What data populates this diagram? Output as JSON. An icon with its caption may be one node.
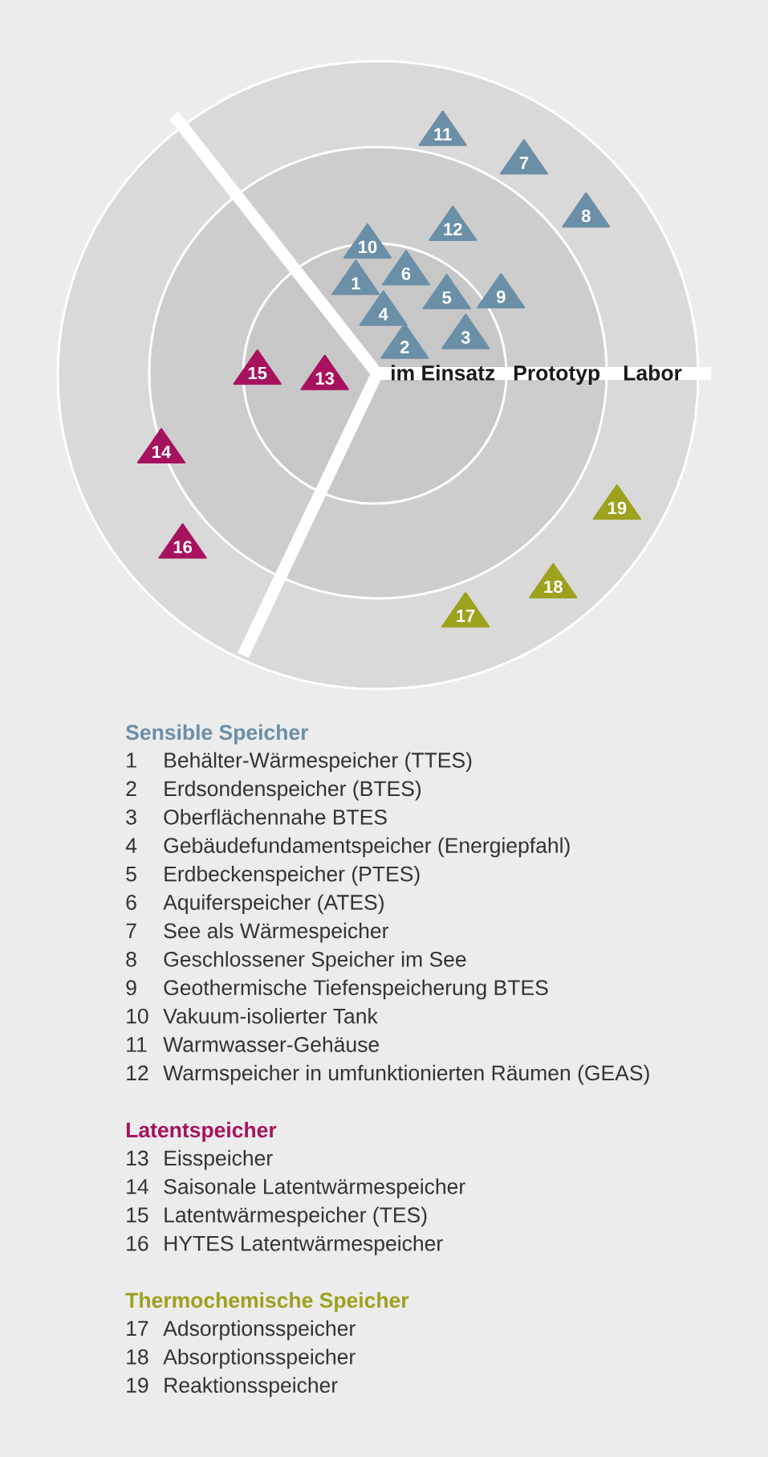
{
  "diagram": {
    "nodes": [
      {
        "text": [
          "1"
        ]
      },
      {
        "text": [
          "2"
        ]
      },
      {
        "text": [
          "3"
        ]
      },
      {
        "text": [
          "4"
        ]
      },
      {
        "text": [
          "5"
        ]
      },
      {
        "text": [
          "6"
        ]
      },
      {
        "text": [
          "7"
        ]
      },
      {
        "text": [
          "8"
        ]
      },
      {
        "text": [
          "9"
        ]
      },
      {
        "text": [
          "10"
        ]
      },
      {
        "text": [
          "11"
        ]
      },
      {
        "text": [
          "12"
        ]
      },
      {
        "text": [
          "13"
        ]
      },
      {
        "text": [
          "14"
        ]
      },
      {
        "text": [
          "15"
        ]
      },
      {
        "text": [
          "16"
        ]
      },
      {
        "text": [
          "17"
        ]
      },
      {
        "text": [
          "18"
        ]
      },
      {
        "text": [
          "19"
        ]
      }
    ],
    "labels": [
      "im Einsatz",
      "Prototyp",
      "Labor",
      "Sensible Speicher",
      "1",
      "Behälter-Wärmespeicher (TTES)",
      "2",
      "Erdsondenspeicher (BTES)",
      "3",
      "Oberflächennahe BTES",
      "4",
      "Gebäudefundamentspeicher (Energiepfahl)",
      "5",
      "Erdbeckenspeicher (PTES)",
      "6",
      "Aquiferspeicher (ATES)",
      "7",
      "See als Wärmespeicher",
      "8",
      "Geschlossener Speicher im See",
      "9",
      "Geothermische Tiefenspeicherung BTES",
      "10",
      "Vakuum-isolierter Tank",
      "11",
      "Warmwasser-Gehäuse",
      "12",
      "Warmspeicher in umfunktionierten Räumen (GEAS)",
      "Latentspeicher",
      "13",
      "Eisspeicher",
      "14",
      "Saisonale Latentwärmespeicher",
      "15",
      "Latentwärmespeicher (TES)",
      "16",
      "HYTES Latentwärmespeicher",
      "Thermochemische Speicher",
      "17",
      "Adsorptionsspeicher",
      "18",
      "Absorptionsspeicher",
      "19",
      "Reaktionsspeicher"
    ]
  }
}
